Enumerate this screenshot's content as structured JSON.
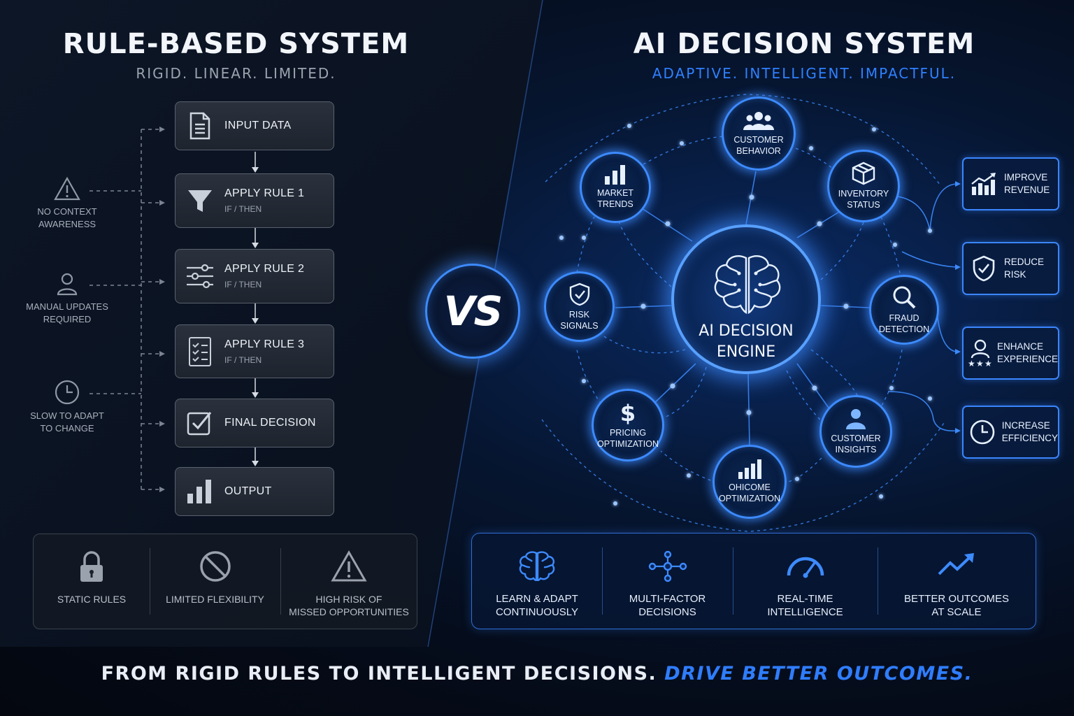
{
  "left": {
    "title": "RULE-BASED SYSTEM",
    "subtitle": "RIGID. LINEAR. LIMITED.",
    "steps": [
      {
        "label": "INPUT DATA",
        "sub": ""
      },
      {
        "label": "APPLY RULE 1",
        "sub": "IF / THEN"
      },
      {
        "label": "APPLY RULE 2",
        "sub": "IF / THEN"
      },
      {
        "label": "APPLY RULE 3",
        "sub": "IF / THEN"
      },
      {
        "label": "FINAL DECISION",
        "sub": ""
      },
      {
        "label": "OUTPUT",
        "sub": ""
      }
    ],
    "issues": [
      {
        "l1": "NO CONTEXT",
        "l2": "AWARENESS",
        "icon": "warning-icon"
      },
      {
        "l1": "MANUAL UPDATES",
        "l2": "REQUIRED",
        "icon": "user-icon"
      },
      {
        "l1": "SLOW TO ADAPT",
        "l2": "TO CHANGE",
        "icon": "clock-icon"
      }
    ],
    "limits": [
      {
        "l1": "STATIC RULES",
        "l2": "",
        "icon": "lock-icon"
      },
      {
        "l1": "LIMITED FLEXIBILITY",
        "l2": "",
        "icon": "prohibited-icon"
      },
      {
        "l1": "HIGH RISK OF",
        "l2": "MISSED OPPORTUNITIES",
        "icon": "warning-icon"
      }
    ]
  },
  "vs_label": "VS",
  "right": {
    "title": "AI DECISION SYSTEM",
    "subtitle": "ADAPTIVE. INTELLIGENT. IMPACTFUL.",
    "engine": {
      "l1": "AI DECISION",
      "l2": "ENGINE"
    },
    "nodes": [
      {
        "l1": "CUSTOMER",
        "l2": "BEHAVIOR",
        "icon": "users-icon"
      },
      {
        "l1": "INVENTORY",
        "l2": "STATUS",
        "icon": "box-icon"
      },
      {
        "l1": "FRAUD",
        "l2": "DETECTION",
        "icon": "magnifier-icon"
      },
      {
        "l1": "CUSTOMER",
        "l2": "INSIGHTS",
        "icon": "user-icon"
      },
      {
        "l1": "OHICOME",
        "l2": "OPTIMIZATION",
        "icon": "bar-chart-icon"
      },
      {
        "l1": "PRICING",
        "l2": "OPTIMIZATION",
        "icon": "dollar-icon"
      },
      {
        "l1": "RISK",
        "l2": "SIGNALS",
        "icon": "shield-icon"
      },
      {
        "l1": "MARKET",
        "l2": "TRENDS",
        "icon": "bar-chart-icon"
      }
    ],
    "outcomes": [
      {
        "l1": "IMPROVE",
        "l2": "REVENUE",
        "icon": "growth-chart-icon"
      },
      {
        "l1": "REDUCE",
        "l2": "RISK",
        "icon": "shield-check-icon"
      },
      {
        "l1": "ENHANCE",
        "l2": "EXPERIENCE",
        "icon": "user-stars-icon"
      },
      {
        "l1": "INCREASE",
        "l2": "EFFICIENCY",
        "icon": "clock-icon"
      }
    ],
    "benefits": [
      {
        "l1": "LEARN & ADAPT",
        "l2": "CONTINUOUSLY",
        "icon": "brain-icon"
      },
      {
        "l1": "MULTI-FACTOR",
        "l2": "DECISIONS",
        "icon": "network-icon"
      },
      {
        "l1": "REAL-TIME",
        "l2": "INTELLIGENCE",
        "icon": "gauge-icon"
      },
      {
        "l1": "BETTER OUTCOMES",
        "l2": "AT SCALE",
        "icon": "trend-up-icon"
      }
    ]
  },
  "footer": {
    "part1": "FROM RIGID RULES TO INTELLIGENT DECISIONS.",
    "part2": "DRIVE BETTER OUTCOMES."
  },
  "colors": {
    "accent": "#3d8bff",
    "footer_accent": "#2f7dff",
    "left_box": "#262c36"
  }
}
